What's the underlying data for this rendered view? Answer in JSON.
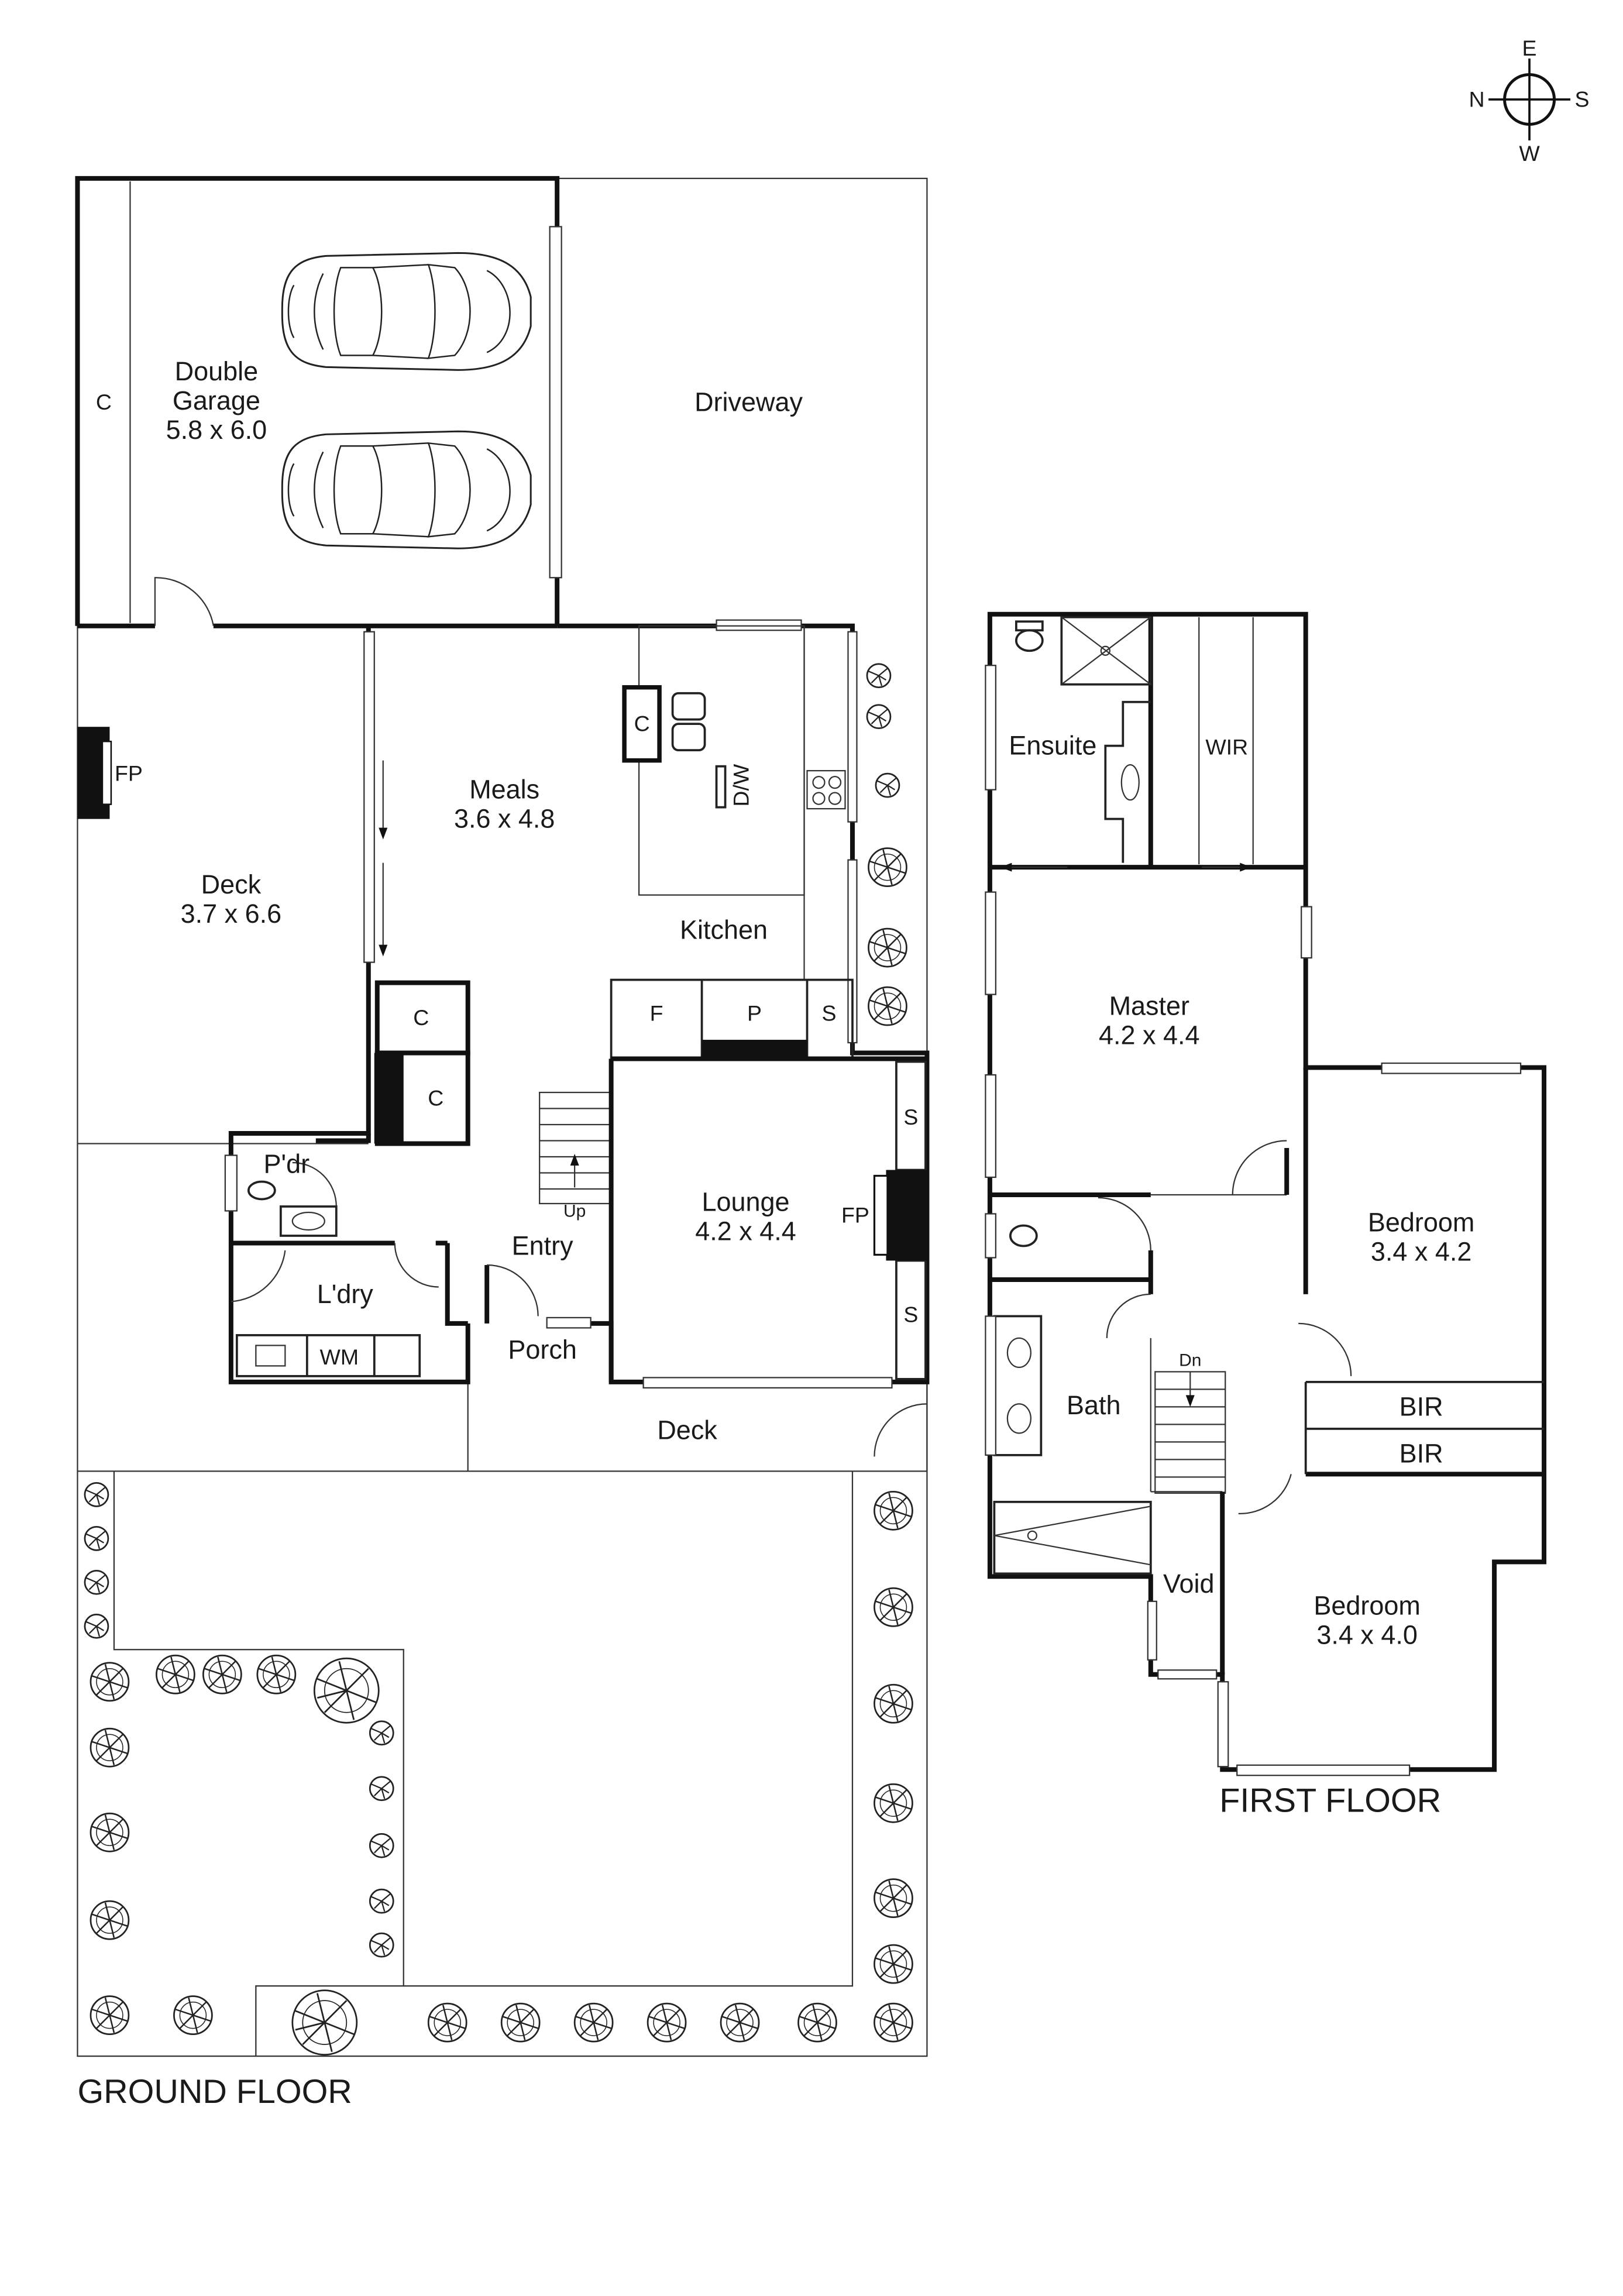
{
  "compass": {
    "north": "N",
    "south": "S",
    "east": "E",
    "west": "W"
  },
  "ground_floor": {
    "title": "GROUND FLOOR",
    "rooms": {
      "garage_name": "Double",
      "garage_name2": "Garage",
      "garage_dims": "5.8 x 6.0",
      "garage_cupboard": "C",
      "driveway": "Driveway",
      "deck_west_name": "Deck",
      "deck_west_dims": "3.7 x 6.6",
      "deck_west_fireplace": "FP",
      "meals_name": "Meals",
      "meals_dims": "3.6 x 4.8",
      "kitchen_name": "Kitchen",
      "kitchen_cupboard": "C",
      "dishwasher": "D/W",
      "fridge": "F",
      "pantry": "P",
      "kitchen_shelf": "S",
      "cupboard_1": "C",
      "cupboard_2": "C",
      "stairs_up": "Up",
      "powder": "P'dr",
      "laundry": "L'dry",
      "washing_machine": "WM",
      "entry": "Entry",
      "porch": "Porch",
      "lounge_name": "Lounge",
      "lounge_dims": "4.2 x 4.4",
      "lounge_fireplace": "FP",
      "lounge_shelf_1": "S",
      "lounge_shelf_2": "S",
      "deck_south": "Deck"
    }
  },
  "first_floor": {
    "title": "FIRST FLOOR",
    "rooms": {
      "ensuite": "Ensuite",
      "wir": "WIR",
      "master_name": "Master",
      "master_dims": "4.2 x 4.4",
      "bedroom1_name": "Bedroom",
      "bedroom1_dims": "3.4 x 4.2",
      "bir_1": "BIR",
      "bir_2": "BIR",
      "bath": "Bath",
      "stairs_down": "Dn",
      "void": "Void",
      "bedroom2_name": "Bedroom",
      "bedroom2_dims": "3.4 x 4.0"
    }
  }
}
